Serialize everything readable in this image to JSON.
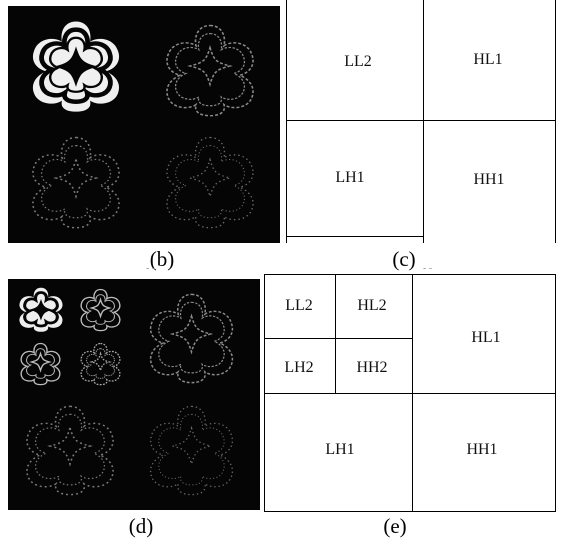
{
  "panels": {
    "b": {
      "caption": "(b)"
    },
    "c": {
      "caption": "(c)",
      "cells": {
        "ll2": "LL2",
        "hl1": "HL1",
        "lh1": "LH1",
        "hh1": "HH1"
      }
    },
    "d": {
      "caption": "(d)"
    },
    "e": {
      "caption": "(e)",
      "cells": {
        "ll2": "LL2",
        "hl2": "HL2",
        "lh2": "LH2",
        "hh2": "HH2",
        "hl1": "HL1",
        "lh1": "LH1",
        "hh1": "HH1"
      }
    }
  },
  "colors": {
    "image_bg": "#050505",
    "approx_shape": "#f2f2f2",
    "detail_shape": "#9a9a9a",
    "grid_line": "#000000"
  },
  "icons": {
    "wavelet_shape": "quatrefoil-icon"
  }
}
